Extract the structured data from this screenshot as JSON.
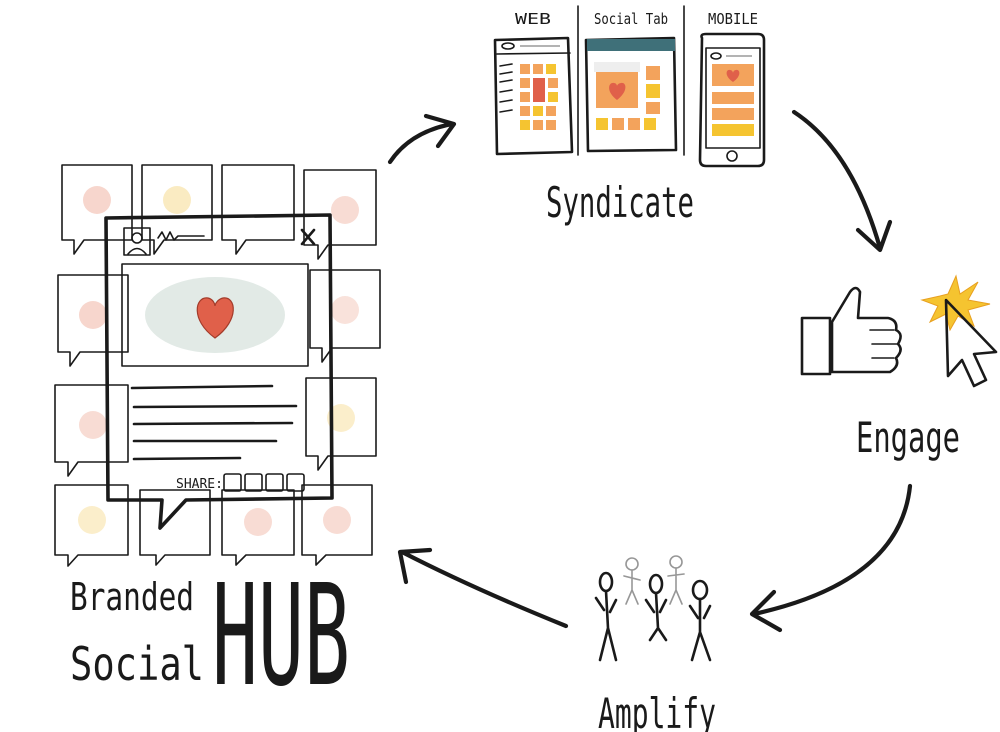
{
  "diagram": {
    "steps": [
      {
        "id": "syndicate",
        "label": "Syndicate"
      },
      {
        "id": "engage",
        "label": "Engage"
      },
      {
        "id": "amplify",
        "label": "Amplify"
      },
      {
        "id": "hub",
        "label_small_line1": "Branded",
        "label_small_line2": "Social",
        "label_big": "HUB"
      }
    ],
    "channels": {
      "web": "WEB",
      "social_tab": "Social Tab",
      "mobile": "MOBILE"
    },
    "post_card": {
      "share_label": "SHARE:"
    },
    "colors": {
      "heart": "#e0604a",
      "teal": "#3f7079",
      "ink": "#1a1a1a",
      "star": "#f5c430",
      "orange": "#f3a35c",
      "image_bg": "#b8c9c4"
    }
  }
}
